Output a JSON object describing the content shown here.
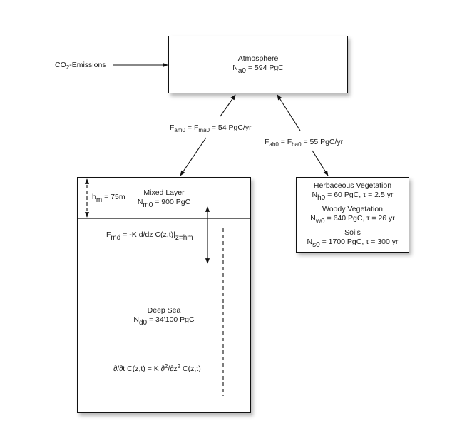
{
  "emissions": {
    "label_prefix": "CO",
    "label_sub": "2",
    "label_suffix": "-Emissions"
  },
  "atmosphere": {
    "title": "Atmosphere",
    "stock_symbol": "N",
    "stock_sub": "a0",
    "stock_value": " = 594 PgC"
  },
  "flux_ocean": {
    "s1": "F",
    "s1_sub": "am0",
    "eq1": " = ",
    "s2": "F",
    "s2_sub": "ma0",
    "value": " = 54 PgC/yr"
  },
  "flux_land": {
    "s1": "F",
    "s1_sub": "ab0",
    "eq1": " = ",
    "s2": "F",
    "s2_sub": "ba0",
    "value": " = 55 PgC/yr"
  },
  "biosphere": {
    "herb_title": "Herbaceous Vegetation",
    "herb_symbol": "N",
    "herb_sub": "h0",
    "herb_value": " = 60 PgC, τ = 2.5 yr",
    "woody_title": "Woody Vegetation",
    "woody_symbol": "N",
    "woody_sub": "w0",
    "woody_value": " = 640 PgC, τ = 26 yr",
    "soils_title": "Soils",
    "soils_symbol": "N",
    "soils_sub": "s0",
    "soils_value": " = 1700 PgC, τ = 300 yr"
  },
  "mixed_layer": {
    "title": "Mixed Layer",
    "stock_symbol": "N",
    "stock_sub": "m0",
    "stock_value": " = 900 PgC",
    "depth_symbol": "h",
    "depth_sub": "m",
    "depth_value": " = 75m"
  },
  "mixing_flux": {
    "symbol": "F",
    "sub": "md",
    "expr": " = -K d/dz C(z,t)|",
    "eval_sub": "z=hm"
  },
  "deep_sea": {
    "title": "Deep Sea",
    "stock_symbol": "N",
    "stock_sub": "d0",
    "stock_value": " = 34'100 PgC",
    "eq_left": "∂/∂t C(z,t)  = K ∂",
    "eq_sup1": "2",
    "eq_mid": "/∂z",
    "eq_sup2": "2",
    "eq_right": " C(z,t)"
  }
}
